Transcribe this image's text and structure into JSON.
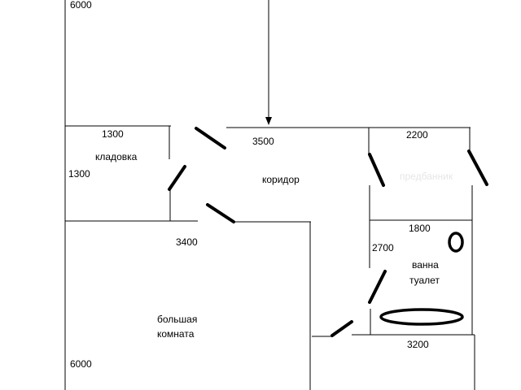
{
  "plan": {
    "dims": {
      "top_height": "6000",
      "storage_width": "1300",
      "storage_height": "1300",
      "corridor_width": "3500",
      "vestibule_width": "2200",
      "bathroom_width": "1800",
      "bathroom_height": "2700",
      "large_room_width": "3400",
      "bottom_width": "3200",
      "large_room_height": "6000"
    },
    "rooms": {
      "storage": "кладовка",
      "corridor": "коридор",
      "vestibule": "предбанник",
      "bathroom_line1": "ванна",
      "bathroom_line2": "туалет",
      "large_room_line1": "большая",
      "large_room_line2": "комната"
    }
  }
}
